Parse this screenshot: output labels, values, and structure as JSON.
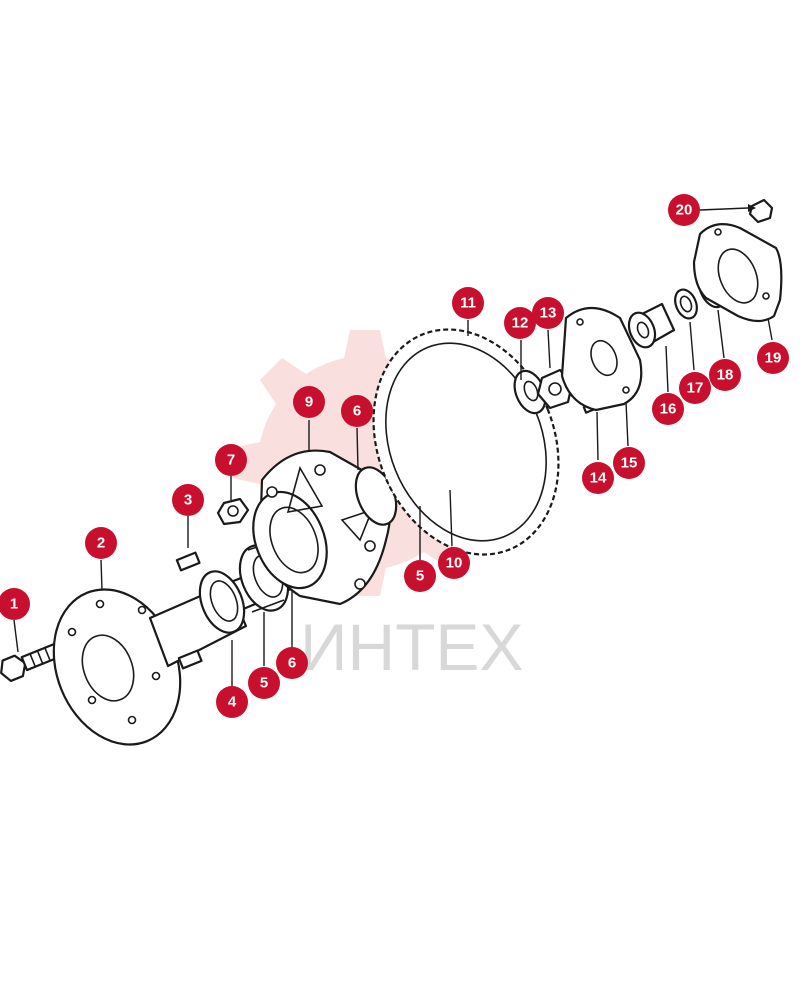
{
  "diagram": {
    "watermark": {
      "text": "ИНТЕХ",
      "color": "#d8d8d8",
      "gear_color": "#f6c4c4"
    },
    "callout_color": "#c8102e",
    "callouts": [
      {
        "id": "c1",
        "label": "1"
      },
      {
        "id": "c2",
        "label": "2"
      },
      {
        "id": "c3",
        "label": "3"
      },
      {
        "id": "c4",
        "label": "4"
      },
      {
        "id": "c5a",
        "label": "5"
      },
      {
        "id": "c6a",
        "label": "6"
      },
      {
        "id": "c7",
        "label": "7"
      },
      {
        "id": "c9",
        "label": "9"
      },
      {
        "id": "c6b",
        "label": "6"
      },
      {
        "id": "c5b",
        "label": "5"
      },
      {
        "id": "c10",
        "label": "10"
      },
      {
        "id": "c11",
        "label": "11"
      },
      {
        "id": "c12",
        "label": "12"
      },
      {
        "id": "c13",
        "label": "13"
      },
      {
        "id": "c14",
        "label": "14"
      },
      {
        "id": "c15",
        "label": "15"
      },
      {
        "id": "c16",
        "label": "16"
      },
      {
        "id": "c17",
        "label": "17"
      },
      {
        "id": "c18",
        "label": "18"
      },
      {
        "id": "c19",
        "label": "19"
      },
      {
        "id": "c20",
        "label": "20"
      }
    ]
  }
}
